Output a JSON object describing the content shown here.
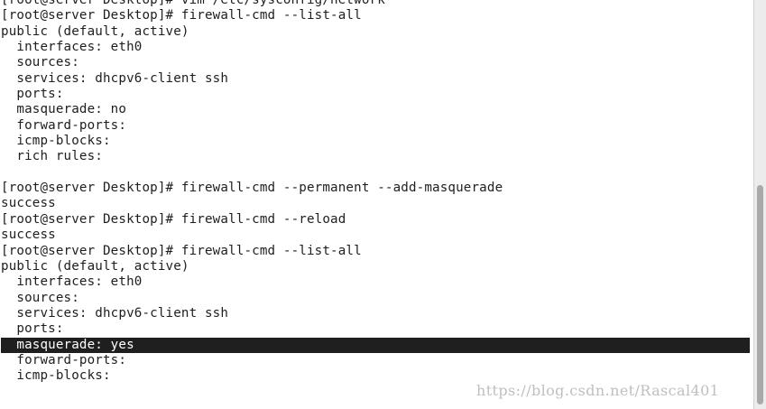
{
  "terminal": {
    "lines": [
      "[root@server Desktop]# vim /etc/sysconfig/network",
      "[root@server Desktop]# firewall-cmd --list-all",
      "public (default, active)",
      "  interfaces: eth0",
      "  sources:",
      "  services: dhcpv6-client ssh",
      "  ports:",
      "  masquerade: no",
      "  forward-ports:",
      "  icmp-blocks:",
      "  rich rules:",
      "",
      "[root@server Desktop]# firewall-cmd --permanent --add-masquerade",
      "success",
      "[root@server Desktop]# firewall-cmd --reload",
      "success",
      "[root@server Desktop]# firewall-cmd --list-all",
      "public (default, active)",
      "  interfaces: eth0",
      "  sources:",
      "  services: dhcpv6-client ssh",
      "  ports:",
      "  masquerade: yes",
      "  forward-ports:",
      "  icmp-blocks:"
    ]
  },
  "watermark": {
    "text": "https://blog.csdn.net/Rascal401"
  },
  "colors": {
    "background": "#ffffff",
    "text": "#1e1e1e",
    "highlight_background": "#1f1f1f",
    "highlight_text": "#ffffff"
  }
}
